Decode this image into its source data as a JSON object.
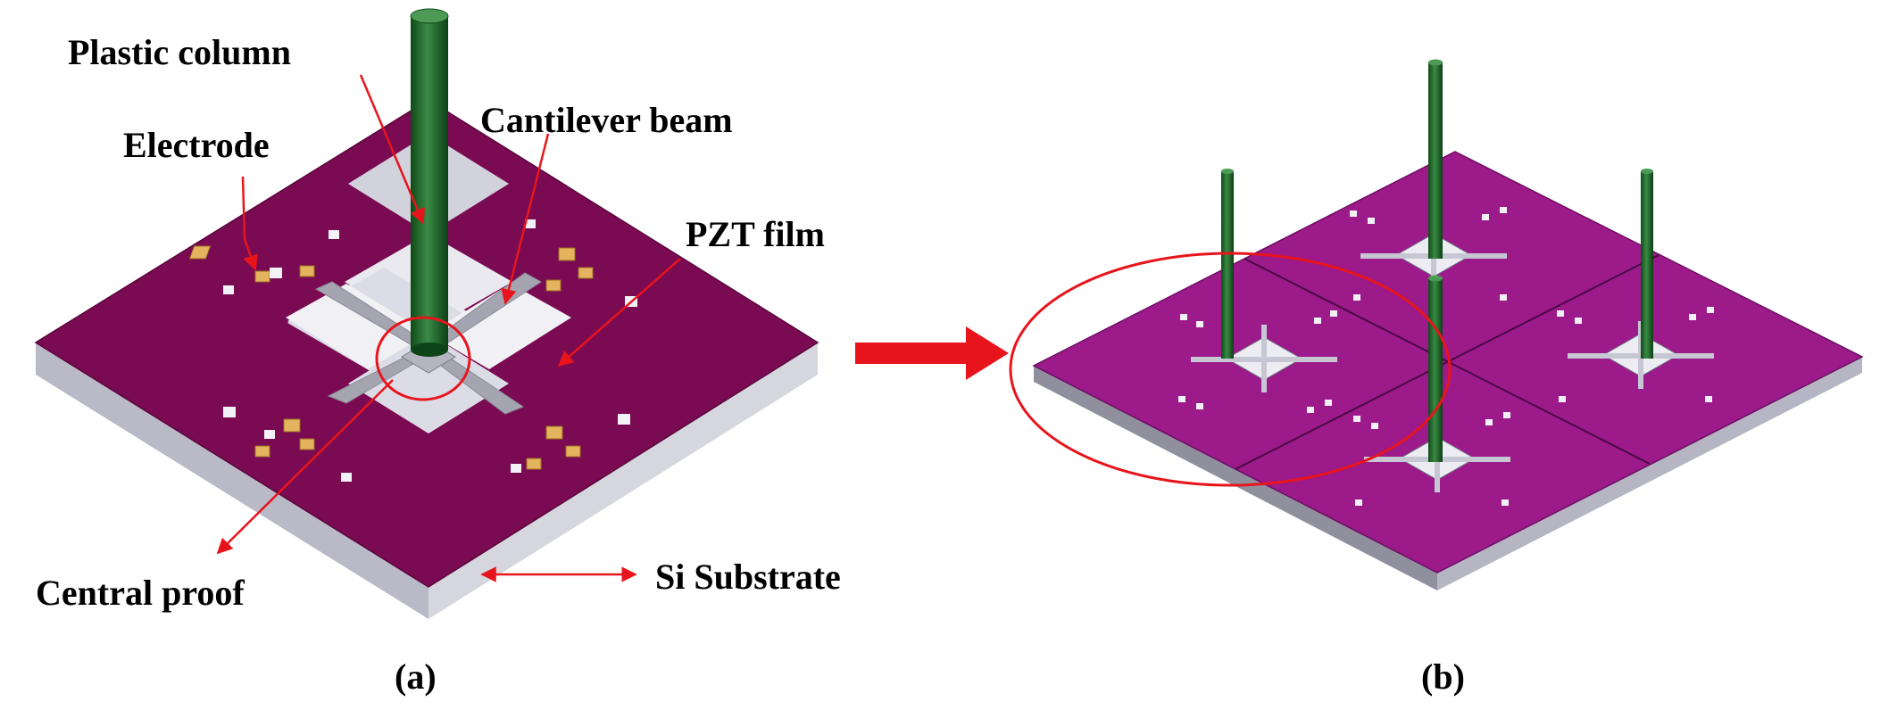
{
  "labels": {
    "plastic_column": "Plastic column",
    "cantilever_beam": "Cantilever beam",
    "electrode": "Electrode",
    "pzt_film": "PZT film",
    "central_proof": "Central proof",
    "si_substrate": "Si Substrate"
  },
  "captions": {
    "a": "(a)",
    "b": "(b)"
  },
  "colors": {
    "pzt_film": "#7a0a52",
    "pzt_film_b": "#9c1a8a",
    "substrate": "#c9c9d4",
    "column": "#1f6a2a",
    "electrode": "#e3b35e",
    "annotation": "#e8141c"
  }
}
